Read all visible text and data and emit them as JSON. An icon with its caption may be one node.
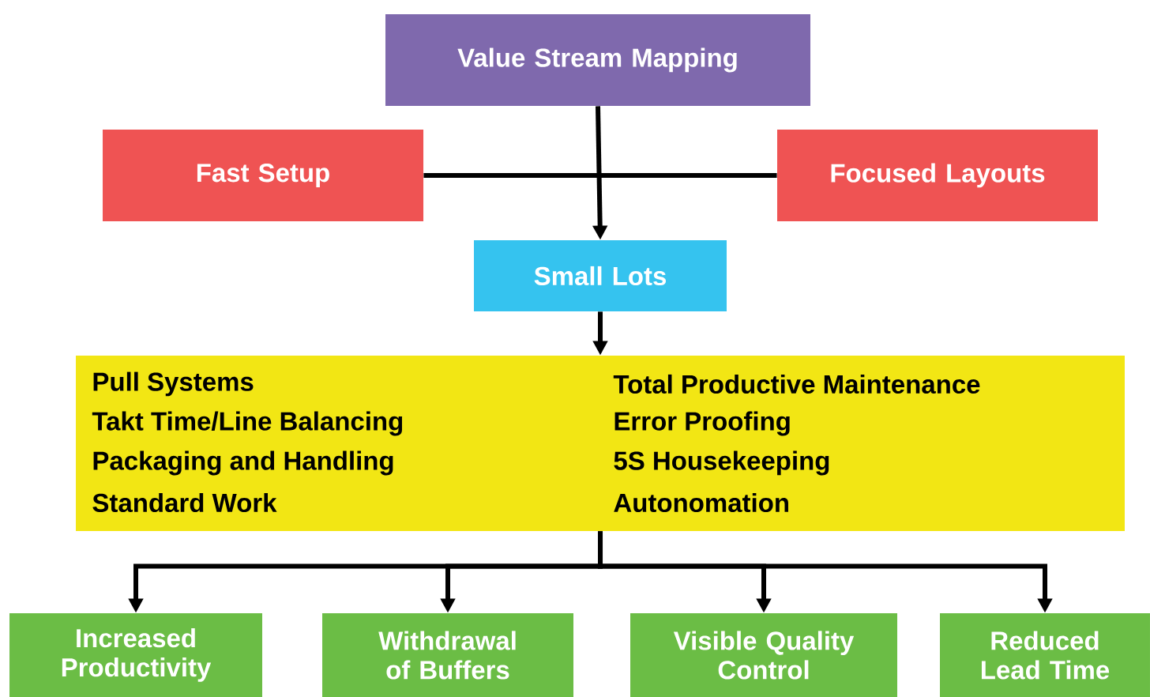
{
  "diagram": {
    "nodes": [
      {
        "text": [
          "Value Stream Mapping"
        ]
      },
      {
        "text": [
          "Fast Setup"
        ]
      },
      {
        "text": [
          "Focused Layouts"
        ]
      },
      {
        "text": [
          "Small Lots"
        ]
      },
      {
        "text": [
          "Pull Systems",
          "Total Productive Maintenance",
          "Takt Time/Line Balancing",
          "Error Proofing",
          "Packaging and Handling",
          "5S Housekeeping",
          "Standard Work",
          "Autonomation"
        ]
      },
      {
        "text": [
          "Increased Productivity"
        ]
      },
      {
        "text": [
          "Withdrawal of Buffers"
        ]
      },
      {
        "text": [
          "Visible Quality Control"
        ]
      },
      {
        "text": [
          "Reduced Lead Time"
        ]
      }
    ],
    "edges": [
      {
        "from": 0,
        "to": 3,
        "arrow": "to"
      },
      {
        "from": 1,
        "to": 2,
        "arrow": "none"
      },
      {
        "from": 3,
        "to": 4,
        "arrow": "to"
      },
      {
        "from": 4,
        "to": 5,
        "arrow": "to"
      },
      {
        "from": 4,
        "to": 6,
        "arrow": "to"
      },
      {
        "from": 4,
        "to": 7,
        "arrow": "to"
      },
      {
        "from": 4,
        "to": 8,
        "arrow": "to"
      }
    ]
  }
}
